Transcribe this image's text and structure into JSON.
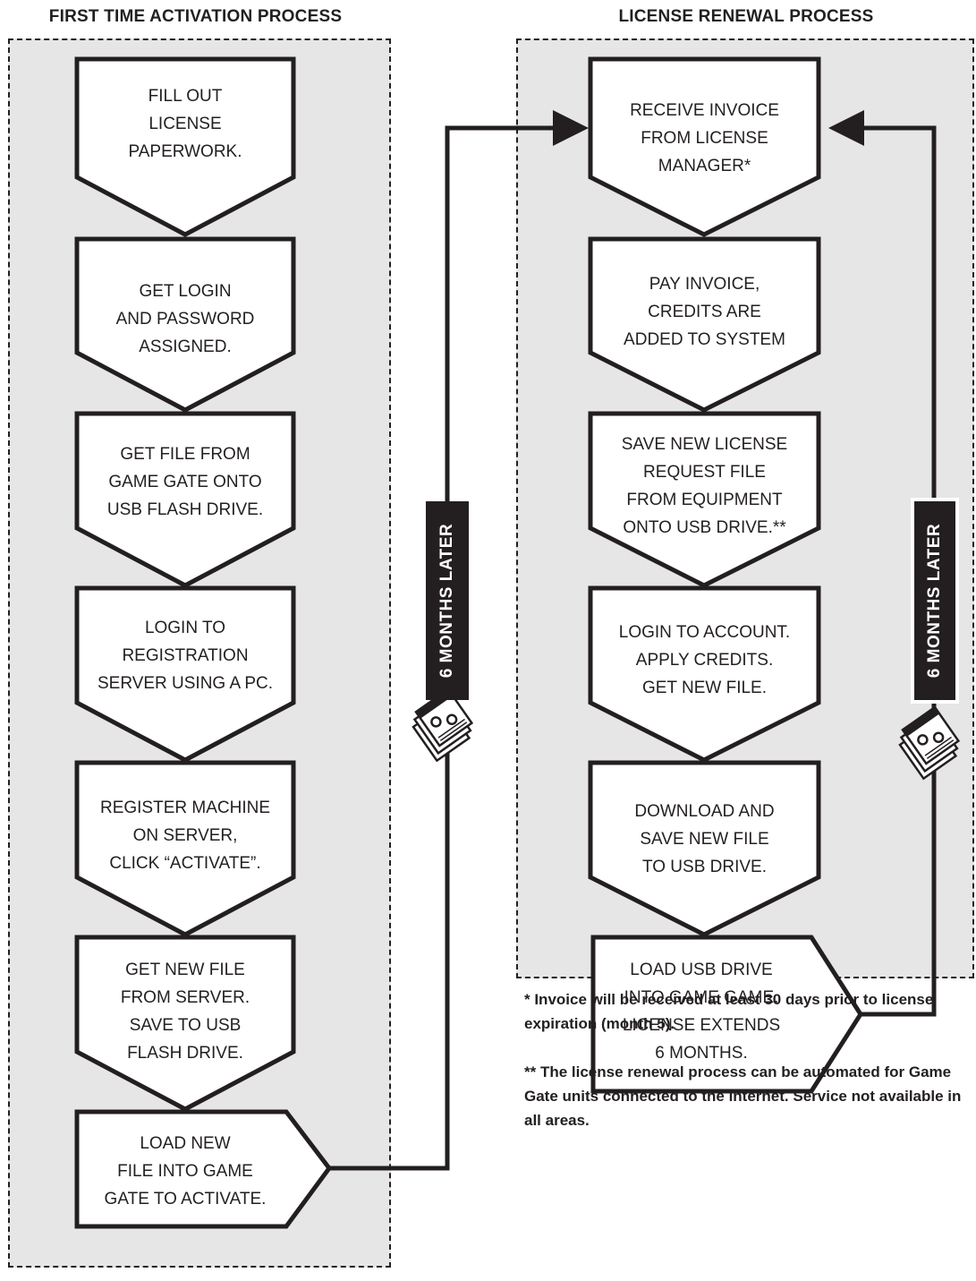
{
  "titles": {
    "left": "FIRST TIME ACTIVATION PROCESS",
    "right": "LICENSE RENEWAL PROCESS"
  },
  "left_steps": [
    {
      "lines": [
        "FILL OUT",
        "LICENSE",
        "PAPERWORK."
      ]
    },
    {
      "lines": [
        "GET LOGIN",
        "AND PASSWORD",
        "ASSIGNED."
      ]
    },
    {
      "lines": [
        "GET FILE FROM",
        "GAME GATE ONTO",
        "USB FLASH DRIVE."
      ]
    },
    {
      "lines": [
        "LOGIN TO",
        "REGISTRATION",
        "SERVER USING A PC."
      ]
    },
    {
      "lines": [
        "REGISTER MACHINE",
        "ON SERVER,",
        "CLICK “ACTIVATE”."
      ]
    },
    {
      "lines": [
        "GET NEW FILE",
        "FROM SERVER.",
        "SAVE TO USB",
        "FLASH DRIVE."
      ]
    },
    {
      "lines": [
        "LOAD NEW",
        "FILE INTO GAME",
        "GATE TO ACTIVATE."
      ]
    }
  ],
  "right_steps": [
    {
      "lines": [
        "RECEIVE INVOICE",
        "FROM LICENSE",
        "MANAGER*"
      ]
    },
    {
      "lines": [
        "PAY INVOICE,",
        "CREDITS ARE",
        "ADDED TO SYSTEM"
      ]
    },
    {
      "lines": [
        "SAVE NEW LICENSE",
        "REQUEST FILE",
        "FROM EQUIPMENT",
        "ONTO USB DRIVE.**"
      ]
    },
    {
      "lines": [
        "LOGIN TO ACCOUNT.",
        "APPLY CREDITS.",
        "GET NEW FILE."
      ]
    },
    {
      "lines": [
        "DOWNLOAD AND",
        "SAVE NEW FILE",
        "TO USB DRIVE."
      ]
    },
    {
      "lines": [
        "LOAD USB DRIVE",
        "INTO GAME GAME.",
        "LICENSE EXTENDS",
        "6 MONTHS."
      ]
    }
  ],
  "connectors": {
    "left_label": "6 MONTHS LATER",
    "right_label": "6 MONTHS LATER",
    "icon": "calendar-icon"
  },
  "notes": {
    "invoice": "* Invoice will be received at least 30 days prior to license expiration (month 5).",
    "automation": "** The license renewal process can be automated for Game Gate units connected to the internet. Service not available in all areas."
  }
}
